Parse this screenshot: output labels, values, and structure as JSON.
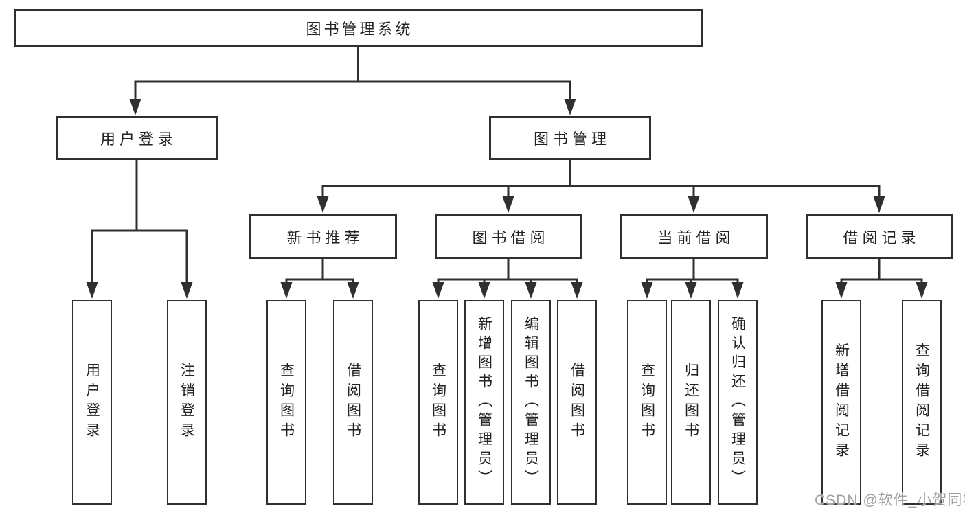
{
  "colors": {
    "box_border": "#2f2f2f",
    "connector_line": "#2f2f2f",
    "box_fill": "#ffffff",
    "text": "#222222",
    "watermark_text": "#a0a0a0"
  },
  "watermark": {
    "text": "CSDN @软件_小贺同学"
  },
  "tree": {
    "root": {
      "label": "图书管理系统"
    },
    "branches": [
      {
        "label": "用户登录",
        "children": [
          {
            "label": "用户登录"
          },
          {
            "label": "注销登录"
          }
        ]
      },
      {
        "label": "图书管理",
        "children": [
          {
            "label": "新书推荐",
            "children": [
              {
                "label": "查询图书"
              },
              {
                "label": "借阅图书"
              }
            ]
          },
          {
            "label": "图书借阅",
            "children": [
              {
                "label": "查询图书"
              },
              {
                "label": "新增图书（管理员）"
              },
              {
                "label": "编辑图书（管理员）"
              },
              {
                "label": "借阅图书"
              }
            ]
          },
          {
            "label": "当前借阅",
            "children": [
              {
                "label": "查询图书"
              },
              {
                "label": "归还图书"
              },
              {
                "label": "确认归还（管理员）"
              }
            ]
          },
          {
            "label": "借阅记录",
            "children": [
              {
                "label": "新增借阅记录"
              },
              {
                "label": "查询借阅记录"
              }
            ]
          }
        ]
      }
    ]
  }
}
